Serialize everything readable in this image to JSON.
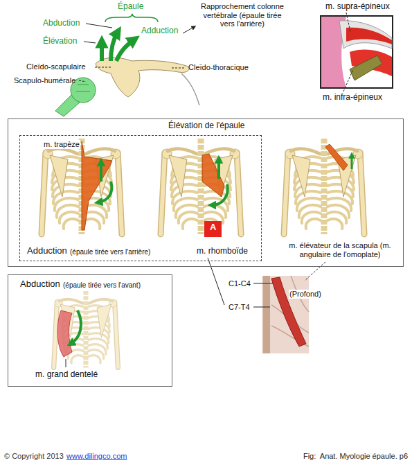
{
  "diagram": {
    "nodes": [
      {
        "text": [
          "Élévation de l'épaule",
          "m. élévateur de la scapula (m. angulaire de l'omoplate)"
        ]
      },
      {
        "text": [
          "m. trapèze",
          "Adduction",
          "(épaule tirée vers l'arrière)",
          "m. rhomboïde"
        ],
        "in": 0
      },
      {
        "text": [
          "A"
        ],
        "in": 1
      },
      {
        "text": [
          "Abduction",
          "(épaule tirée vers l'avant)",
          "m. grand dentelé"
        ]
      }
    ],
    "labels": [
      "Épaule",
      "Abduction",
      "Élévation",
      "Adduction",
      "Rapprochement colonne vertébrale (épaule tirée vers l'arrière)",
      "Cleïdo-scapulaire",
      "Cleïdo-thoracique",
      "Scapulo-humérale",
      "m. supra-épineux",
      "m. infra-épineux",
      "C1-C4",
      "C7-T4",
      "(Profond)",
      "© Copyright 2013",
      "www.dilingco.com",
      "Fig:  Anat. Myologie épaule. p6"
    ]
  }
}
